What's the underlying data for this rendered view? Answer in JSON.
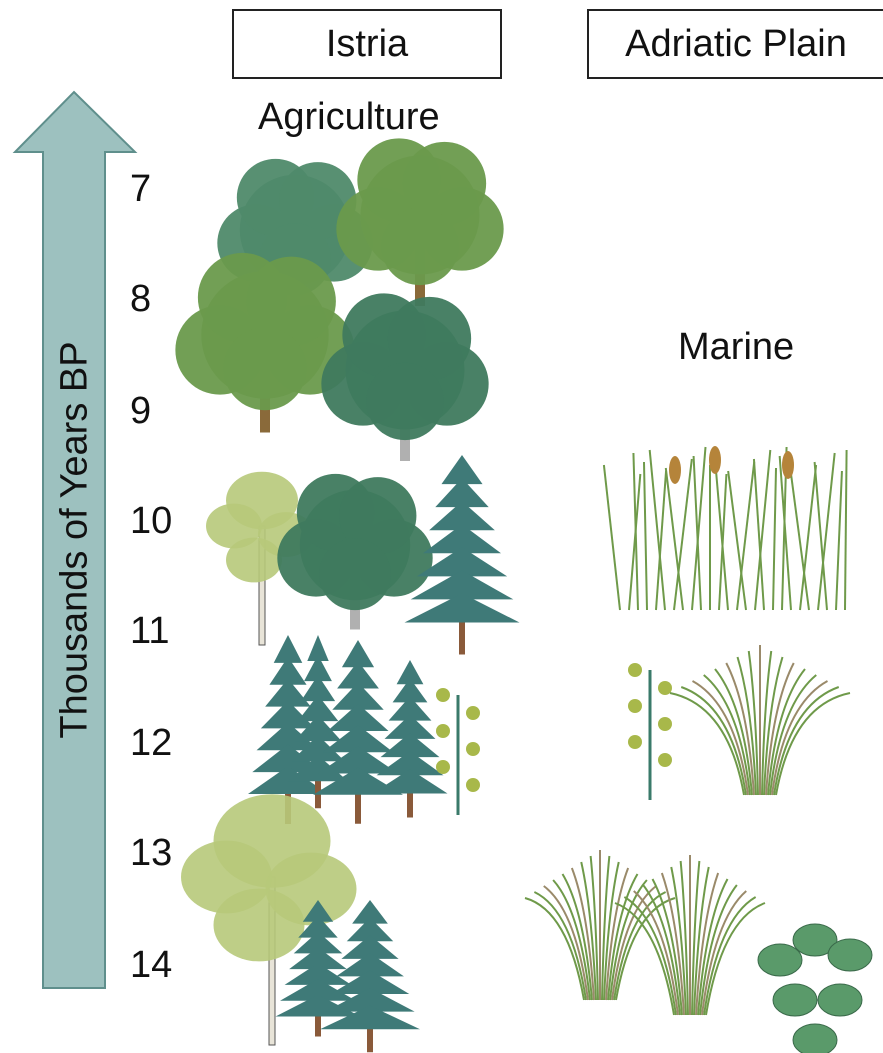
{
  "headers": {
    "istria": "Istria",
    "adriatic": "Adriatic Plain"
  },
  "labels": {
    "agriculture": "Agriculture",
    "marine": "Marine"
  },
  "axis": {
    "title": "Thousands of Years BP",
    "ticks": [
      "7",
      "8",
      "9",
      "10",
      "11",
      "12",
      "13",
      "14"
    ]
  },
  "colors": {
    "arrow_fill": "#9dc1bf",
    "arrow_stroke": "#5f8f8c",
    "oak": "#6a9a4c",
    "oak_dark": "#4f8a5e",
    "conifer": "#3f7a78",
    "birch": "#b7c97a",
    "grass": "#6f9a4a",
    "reed_head": "#b5843a"
  },
  "vegetation": {
    "istria": [
      {
        "period": "7-9",
        "icons": [
          "oak-tree-icon",
          "oak-tree-icon",
          "oak-tree-icon",
          "oak-tree-icon"
        ]
      },
      {
        "period": "10-11",
        "icons": [
          "birch-tree-icon",
          "oak-tree-icon",
          "conifer-tree-icon"
        ]
      },
      {
        "period": "11-12",
        "icons": [
          "conifer-tree-icon",
          "conifer-tree-icon",
          "conifer-tree-icon",
          "shrub-icon"
        ]
      },
      {
        "period": "13-14",
        "icons": [
          "birch-tree-icon",
          "conifer-tree-icon",
          "conifer-tree-icon"
        ]
      }
    ],
    "adriatic": [
      {
        "period": "10-11",
        "icons": [
          "reeds-icon"
        ]
      },
      {
        "period": "11-12",
        "icons": [
          "shrub-icon",
          "grass-tuft-icon"
        ]
      },
      {
        "period": "13-14",
        "icons": [
          "grass-tuft-icon",
          "grass-tuft-icon",
          "leafy-plant-icon"
        ]
      }
    ]
  }
}
